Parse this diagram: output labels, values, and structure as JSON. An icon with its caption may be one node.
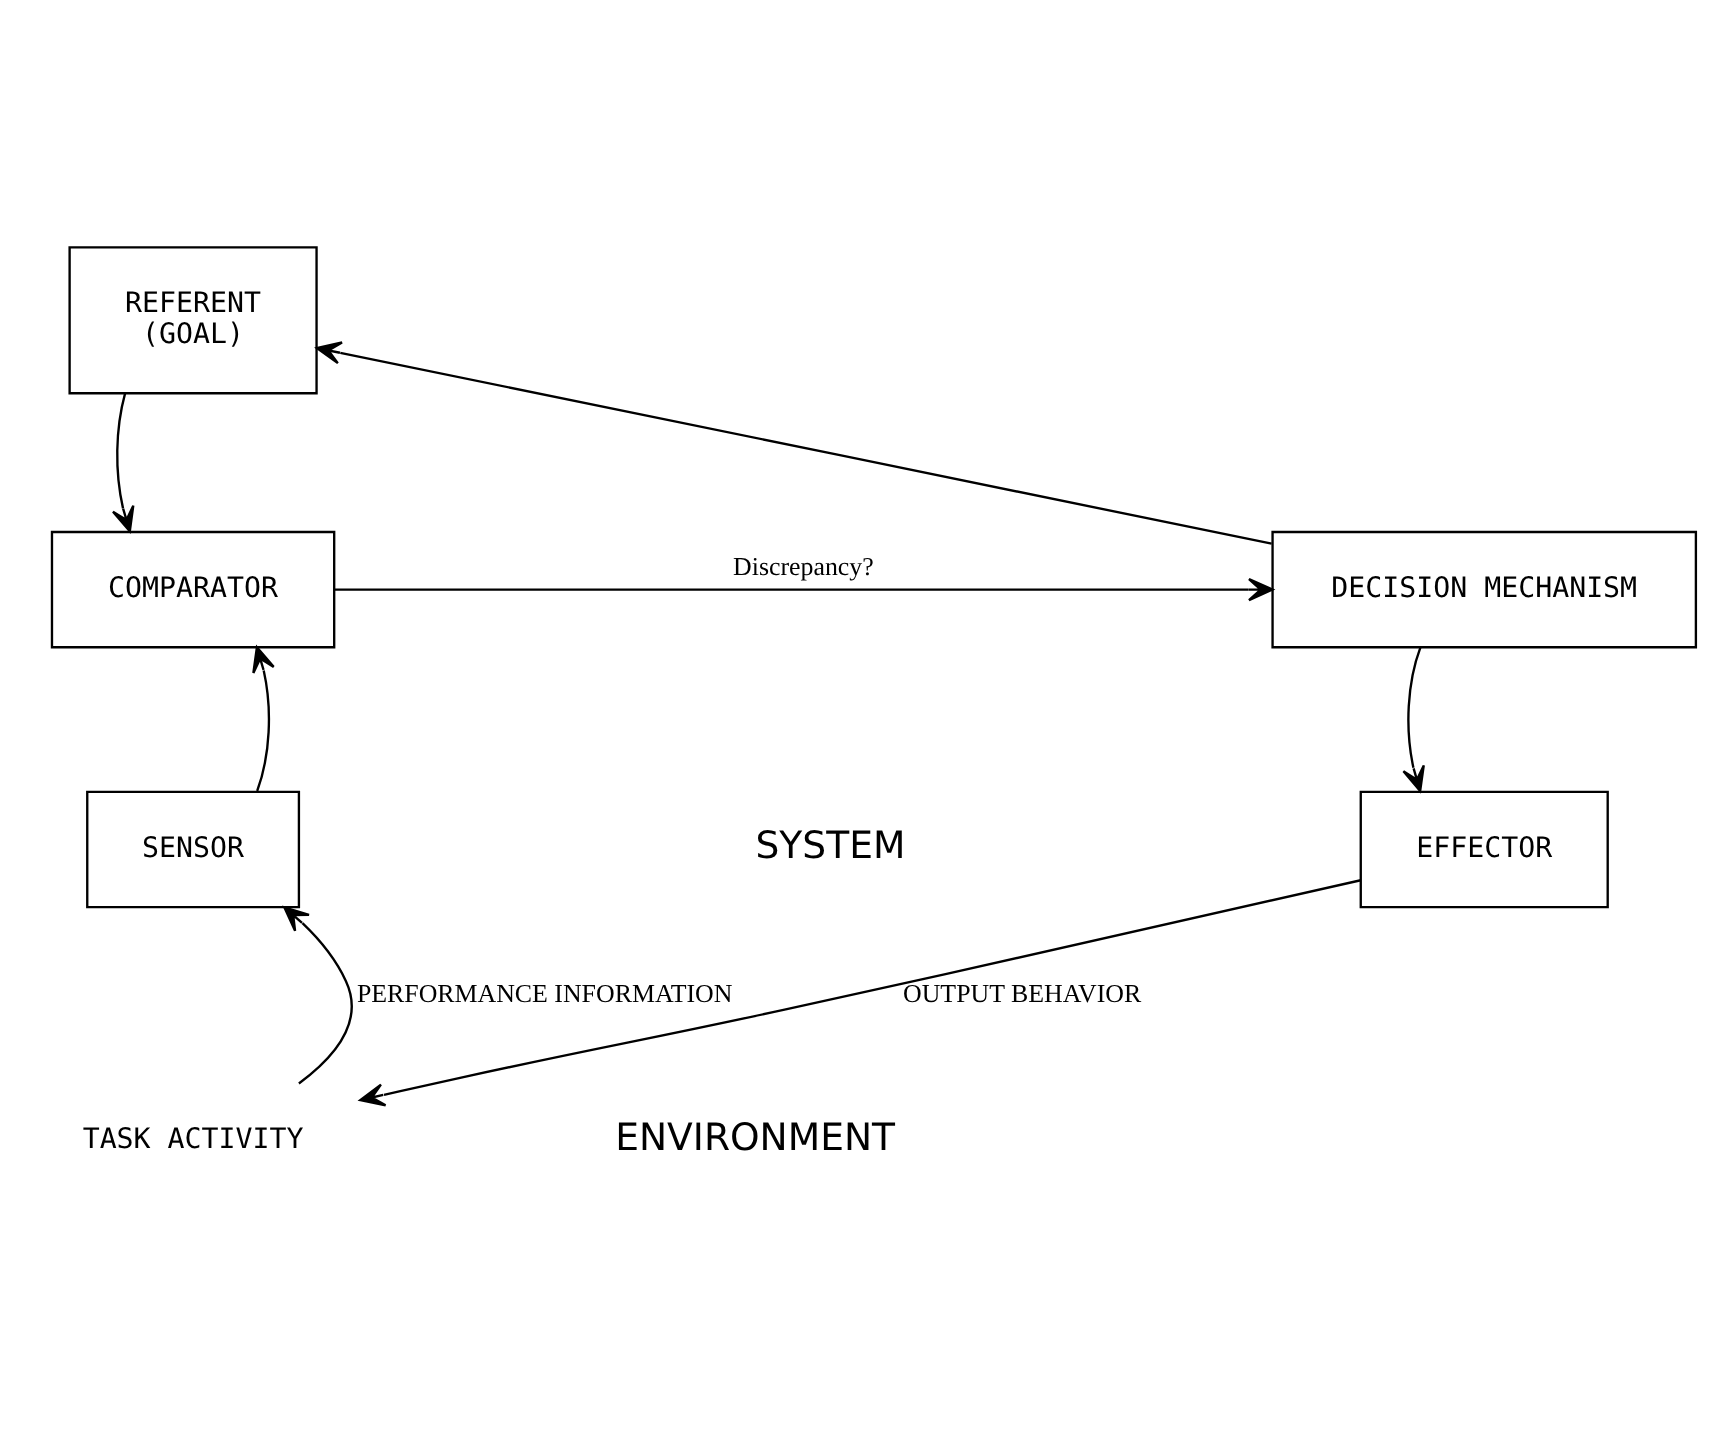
{
  "diagram": {
    "nodes": [
      {
        "text": [
          "REFERENT",
          "(GOAL)"
        ]
      },
      {
        "text": [
          "COMPARATOR"
        ]
      },
      {
        "text": [
          "DECISION MECHANISM"
        ]
      },
      {
        "text": [
          "SENSOR"
        ]
      },
      {
        "text": [
          "EFFECTOR"
        ]
      },
      {
        "text": [
          "TASK ACTIVITY"
        ]
      }
    ],
    "edges": [
      {
        "from": 0,
        "to": 1,
        "arrow": "to"
      },
      {
        "from": 3,
        "to": 1,
        "arrow": "to"
      },
      {
        "from": 1,
        "to": 2,
        "arrow": "to",
        "label": "Discrepancy?"
      },
      {
        "from": 2,
        "to": 0,
        "arrow": "to"
      },
      {
        "from": 2,
        "to": 4,
        "arrow": "to"
      },
      {
        "from": 4,
        "to": 5,
        "arrow": "to",
        "label": "OUTPUT BEHAVIOR"
      },
      {
        "from": 5,
        "to": 3,
        "arrow": "to",
        "label": "PERFORMANCE INFORMATION"
      }
    ],
    "labels": [
      "SYSTEM",
      "ENVIRONMENT"
    ]
  }
}
